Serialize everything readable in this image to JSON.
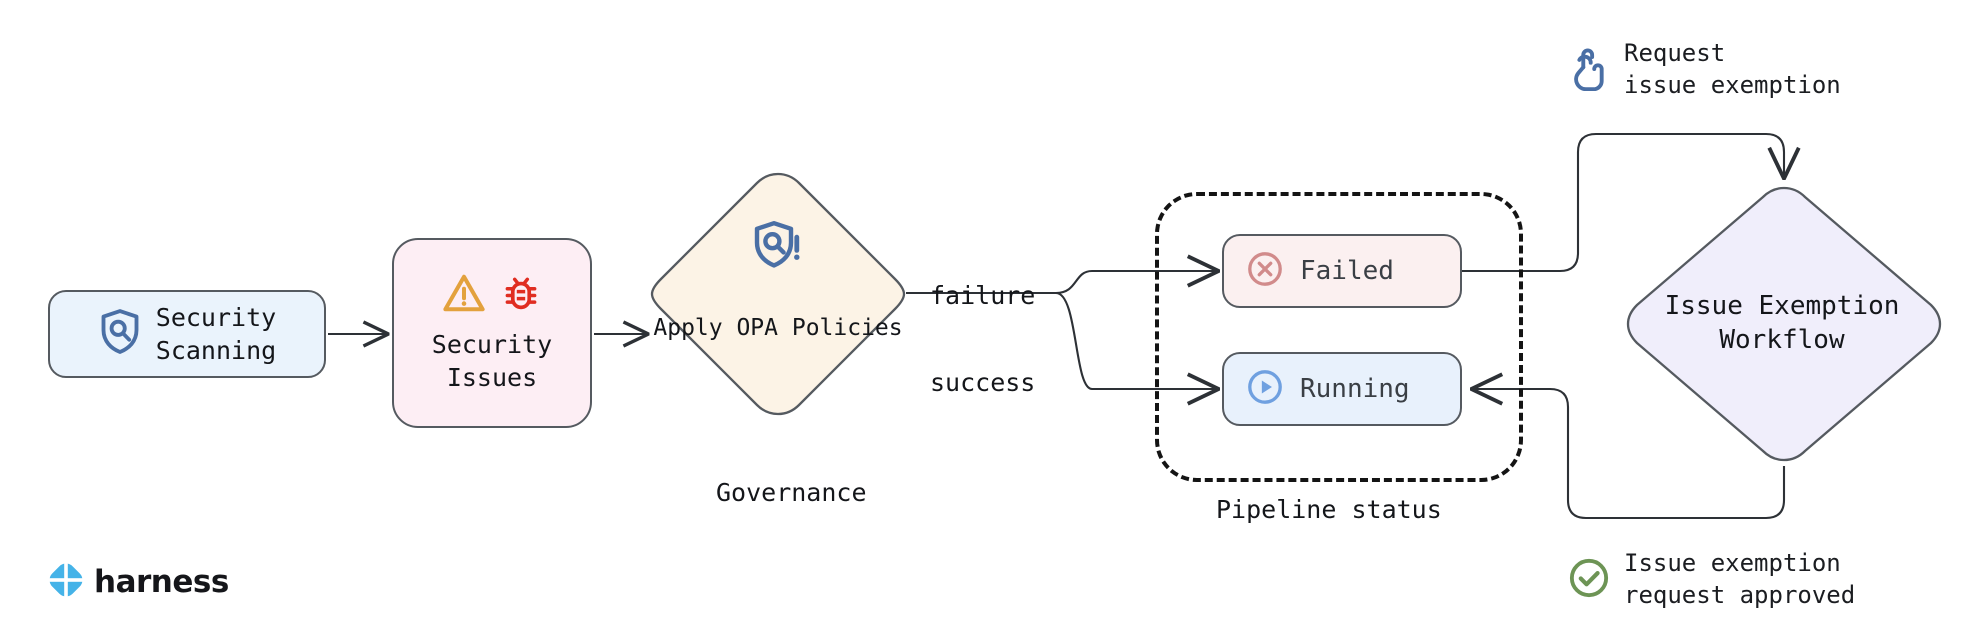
{
  "diagram": {
    "title": "Security scanning governance and issue exemption workflow",
    "brand": {
      "name": "harness",
      "logo_icon": "harness-logo-icon",
      "accent": "#45b3e8"
    }
  },
  "nodes": {
    "security_scanning": {
      "label": "Security\nScanning",
      "icon": "shield-search-icon",
      "fill": "#eaf3fc",
      "stroke": "#555a60"
    },
    "security_issues": {
      "label": "Security\nIssues",
      "icons": [
        "warning-triangle-icon",
        "bug-icon"
      ],
      "fill": "#fdeef4",
      "stroke": "#555a60",
      "icon_colors": {
        "warning": "#e3a13d",
        "bug": "#e02d21"
      }
    },
    "apply_opa_policies": {
      "label": "Apply\nOPA Policies",
      "icon": "shield-alert-icon",
      "caption": "Governance",
      "fill": "#fcf3e6",
      "stroke": "#555a60",
      "icon_color": "#4a6fa5"
    },
    "failed": {
      "label": "Failed",
      "icon": "x-circle-icon",
      "fill": "#fbf0f0",
      "stroke": "#555a60",
      "icon_color": "#d18b8b"
    },
    "running": {
      "label": "Running",
      "icon": "play-circle-icon",
      "fill": "#e8f1fc",
      "stroke": "#555a60",
      "icon_color": "#6fa0e0"
    },
    "issue_exemption_workflow": {
      "label": "Issue\nExemption\nWorkflow",
      "fill": "#f0eefb",
      "stroke": "#555a60"
    }
  },
  "groups": {
    "pipeline_status": {
      "caption": "Pipeline status",
      "style": "dashed",
      "stroke": "#141414"
    }
  },
  "edges": {
    "failure_label": "failure",
    "success_label": "success"
  },
  "annotations": {
    "request": {
      "text": "Request\nissue exemption",
      "icon": "click-hand-icon",
      "icon_color": "#4a6fa5"
    },
    "approved": {
      "text": "Issue exemption\nrequest approved",
      "icon": "check-circle-icon",
      "icon_color": "#6d9455"
    }
  },
  "chart_data": {
    "type": "diagram",
    "flow": [
      {
        "from": "security_scanning",
        "to": "security_issues",
        "label": ""
      },
      {
        "from": "security_issues",
        "to": "apply_opa_policies",
        "label": ""
      },
      {
        "from": "apply_opa_policies",
        "to": "failed",
        "label": "failure"
      },
      {
        "from": "apply_opa_policies",
        "to": "running",
        "label": "success"
      },
      {
        "from": "failed",
        "to": "issue_exemption_workflow",
        "label": "Request issue exemption"
      },
      {
        "from": "issue_exemption_workflow",
        "to": "running",
        "label": "Issue exemption request approved"
      }
    ]
  }
}
